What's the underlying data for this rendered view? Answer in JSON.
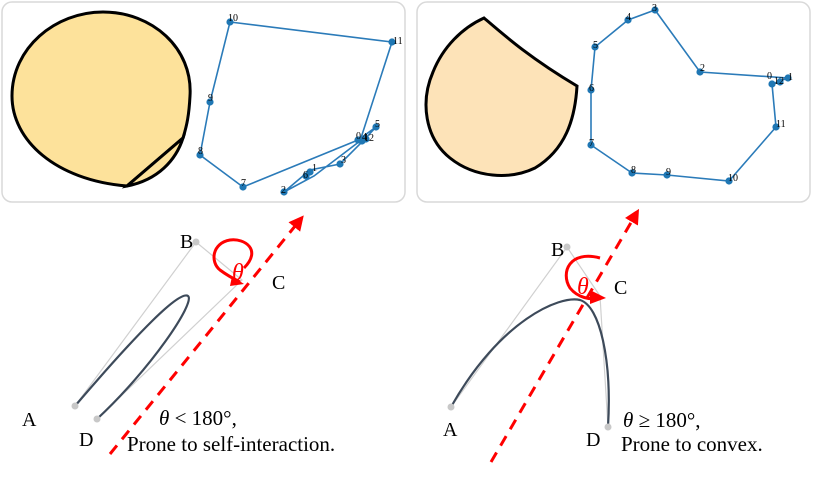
{
  "top_left": {
    "vertex_labels": [
      "0",
      "1",
      "2",
      "3",
      "4",
      "5",
      "6",
      "7",
      "8",
      "9",
      "10",
      "11",
      "12"
    ]
  },
  "top_right": {
    "vertex_labels": [
      "0",
      "1",
      "2",
      "3",
      "4",
      "5",
      "6",
      "7",
      "8",
      "9",
      "10",
      "11",
      "12"
    ]
  },
  "bottom_left": {
    "points": {
      "A": "A",
      "B": "B",
      "C": "C",
      "D": "D"
    },
    "theta": "θ",
    "caption_line1_symbol": "θ",
    "caption_line1_rest": " < 180°,",
    "caption_line2": "Prone to self-interaction."
  },
  "bottom_right": {
    "points": {
      "A": "A",
      "B": "B",
      "C": "C",
      "D": "D"
    },
    "theta": "θ",
    "caption_line1_symbol": "θ",
    "caption_line1_rest": " ≥ 180°,",
    "caption_line2": "Prone to convex."
  },
  "colors": {
    "shape_fill_left": "#fde29b",
    "shape_fill_right": "#fde3b8",
    "polygon_stroke": "#2b7bb9",
    "vertex_fill": "#1f77b4",
    "accent_red": "#ff0000",
    "curve": "#3d4a5a"
  }
}
